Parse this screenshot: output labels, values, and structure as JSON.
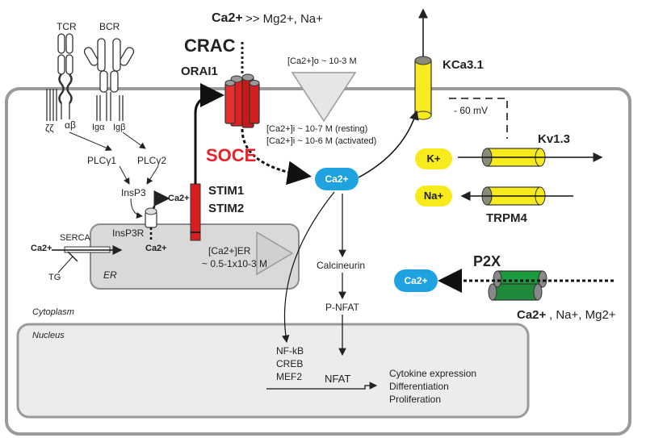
{
  "colors": {
    "cell_border": "#9a9a9a",
    "er_fill": "#d9d9d9",
    "nucleus_fill": "#ececec",
    "orai": "#e02020",
    "stim": "#d81e1e",
    "soce_text": "#e8222b",
    "kca_channel": "#f7ea1d",
    "p2x_channel": "#1b9b3e",
    "ca_ion": "#1fa3e0",
    "k_na_ion": "#f7ea1d"
  },
  "receptors": {
    "tcr": "TCR",
    "bcr": "BCR",
    "alpha_beta": "αβ",
    "zeta": "ζζ",
    "ig_alpha": "Igα",
    "ig_beta": "Igβ"
  },
  "top": {
    "selectivity_ca": "Ca2+",
    "selectivity_rest": " >> Mg2+, Na+",
    "crac": "CRAC",
    "orai1": "ORAI1",
    "ext_ca": "[Ca2+]o ~ 10-3 M",
    "int_resting": "[Ca2+]i ~ 10-7 M (resting)",
    "int_activated": "[Ca2+]i ~ 10-6 M (activated)",
    "soce": "SOCE"
  },
  "signaling": {
    "plcg1": "PLCγ1",
    "plcg2": "PLCγ2",
    "insp3": "InsP3",
    "insp3r": "InsP3R",
    "stim1": "STIM1",
    "stim2": "STIM2",
    "serca": "SERCA",
    "tg": "TG",
    "er_label": "ER",
    "er_conc_line1": "[Ca2+]ER",
    "er_conc_line2": "~ 0.5-1x10-3 M",
    "ca_left": "Ca2+",
    "ca_er_top": "Ca2+",
    "ca_er_bottom": "Ca2+"
  },
  "channels": {
    "kca": "KCa3.1",
    "potential": "- 60 mV",
    "kv": "Kv1.3",
    "trpm4": "TRPM4",
    "p2x": "P2X",
    "p2x_ions_ca": "Ca2+",
    "p2x_ions_rest": ", Na+, Mg2+"
  },
  "ions": {
    "ca_center": "Ca2+",
    "ca_p2x": "Ca2+",
    "k": "K+",
    "na": "Na+"
  },
  "pathway": {
    "calcineurin": "Calcineurin",
    "p_nfat": "P-NFAT"
  },
  "compartments": {
    "cytoplasm": "Cytoplasm",
    "nucleus": "Nucleus"
  },
  "nucleus": {
    "nfkb": "NF-kB",
    "creb": "CREB",
    "mef2": "MEF2",
    "nfat": "NFAT",
    "outputs": [
      "Cytokine expression",
      "Differentiation",
      "Proliferation"
    ]
  }
}
